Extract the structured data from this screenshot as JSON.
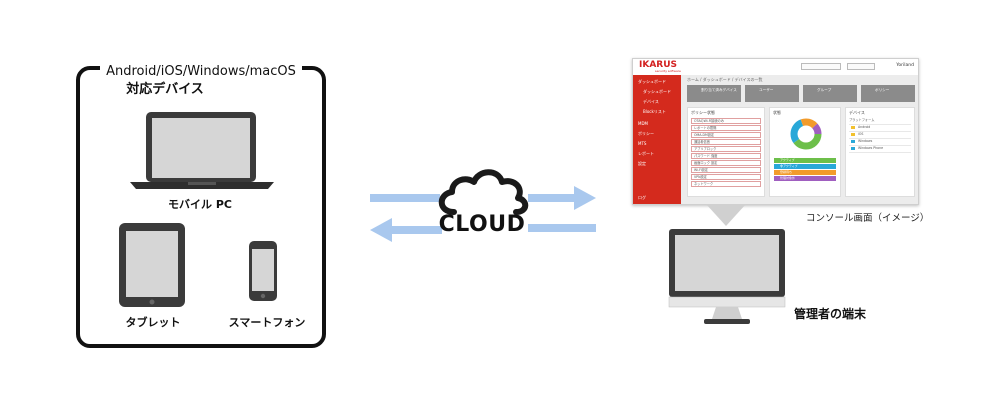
{
  "devices_panel": {
    "os_list": "Android/iOS/Windows/macOS",
    "supported_label": "対応デバイス",
    "laptop_label": "モバイル PC",
    "tablet_label": "タブレット",
    "smartphone_label": "スマートフォン"
  },
  "cloud": {
    "label": "CLOUD"
  },
  "console": {
    "logo": "IKARUS",
    "logo_sub": "security software",
    "user": "Yoriland",
    "caption": "コンソール画面（イメージ）",
    "breadcrumb": "ホーム / ダッシュボード / デバイスの一覧",
    "sidebar": [
      "ダッシュボード",
      "ダッシュボード",
      "デバイス",
      "Blockリスト",
      "MDM",
      "ポリシー",
      "MTS",
      "レポート",
      "設定",
      "ログ"
    ],
    "tiles": [
      "割り当て済みデバイス",
      "ユーザー",
      "グループ",
      "ポリシー"
    ],
    "policy_card": {
      "title": "ポリシー状態",
      "rows": [
        "OTAのWi-Fi接続のみ",
        "レポートの間隔",
        "OMA-DM設定",
        "通話着信音",
        "アプリブロック",
        "パスワード 強度",
        "画面ロック 設定",
        "Wi-Fi設定",
        "VPN設定",
        "ネットワーク"
      ]
    },
    "status_card": {
      "title": "状態",
      "legend": [
        "アクティブ",
        "非アクティブ",
        "登録待ち",
        "管理対象外"
      ]
    },
    "device_card": {
      "title": "デバイス",
      "header": "プラットフォーム",
      "rows": [
        "Android",
        "iOS",
        "Windows",
        "Windows Phone"
      ]
    }
  },
  "admin_terminal": {
    "label": "管理者の端末"
  },
  "colors": {
    "arrow": "#a9c8ee",
    "console_red": "#d42a1d",
    "donut_green": "#6dbf4a",
    "donut_teal": "#29a8d8",
    "donut_orange": "#f29b2b",
    "donut_purple": "#a05fc0"
  }
}
